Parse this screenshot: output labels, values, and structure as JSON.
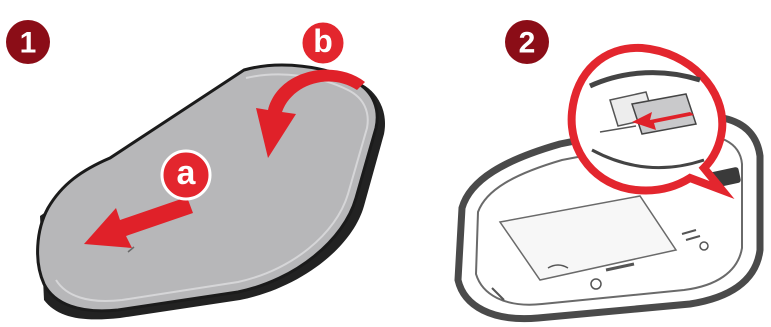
{
  "steps": [
    {
      "number": "1"
    },
    {
      "number": "2"
    }
  ],
  "callouts": {
    "a": "a",
    "b": "b"
  },
  "colors": {
    "step_badge": "#8b0d17",
    "callout_red": "#e3262e",
    "arrow_red": "#e02129",
    "cover_gray": "#b7b7b9",
    "outline": "#1b1b1b",
    "device_line": "#555555"
  }
}
